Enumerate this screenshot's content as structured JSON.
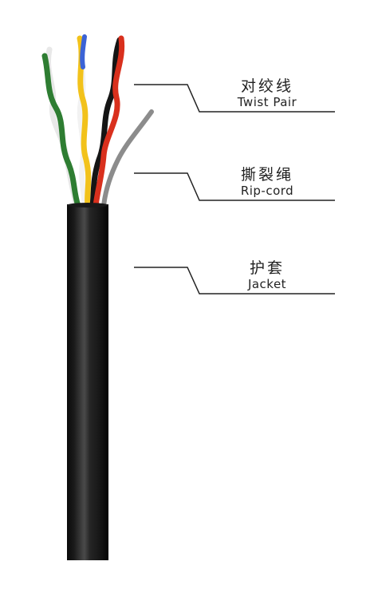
{
  "callouts": [
    {
      "cn": "对绞线",
      "en": "Twist Pair"
    },
    {
      "cn": "撕裂绳",
      "en": "Rip-cord"
    },
    {
      "cn": "护套",
      "en": "Jacket"
    }
  ],
  "colors": {
    "jacket": "#111111",
    "wire_green": "#2e7d32",
    "wire_yellow": "#f2c21b",
    "wire_blue": "#3b63d6",
    "wire_red": "#d9301d",
    "ripcord": "#8c8c8c",
    "leader": "#222222"
  }
}
